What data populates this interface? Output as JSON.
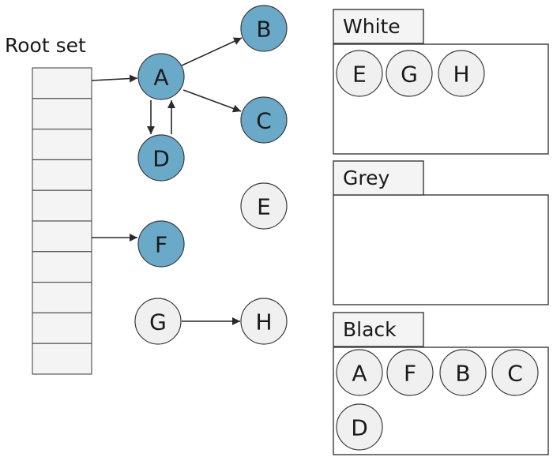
{
  "root_set": {
    "title": "Root set",
    "slot_count": 10
  },
  "colors": {
    "reachable": "#6aaac8",
    "unvisited": "#f0f0f0",
    "slot": "#f4f4f4"
  },
  "graph_nodes": [
    {
      "id": "A",
      "label": "A",
      "state": "reachable"
    },
    {
      "id": "B",
      "label": "B",
      "state": "reachable"
    },
    {
      "id": "C",
      "label": "C",
      "state": "reachable"
    },
    {
      "id": "D",
      "label": "D",
      "state": "reachable"
    },
    {
      "id": "E",
      "label": "E",
      "state": "unvisited"
    },
    {
      "id": "F",
      "label": "F",
      "state": "reachable"
    },
    {
      "id": "G",
      "label": "G",
      "state": "unvisited"
    },
    {
      "id": "H",
      "label": "H",
      "state": "unvisited"
    }
  ],
  "edges": [
    {
      "from": "root-slot-1",
      "to": "A"
    },
    {
      "from": "root-slot-6",
      "to": "F"
    },
    {
      "from": "A",
      "to": "B"
    },
    {
      "from": "A",
      "to": "C"
    },
    {
      "from": "A",
      "to": "D"
    },
    {
      "from": "D",
      "to": "A"
    },
    {
      "from": "G",
      "to": "H"
    }
  ],
  "sets": [
    {
      "id": "white",
      "title": "White",
      "members": [
        "E",
        "G",
        "H"
      ]
    },
    {
      "id": "grey",
      "title": "Grey",
      "members": []
    },
    {
      "id": "black",
      "title": "Black",
      "members": [
        "A",
        "F",
        "B",
        "C",
        "D"
      ]
    }
  ]
}
